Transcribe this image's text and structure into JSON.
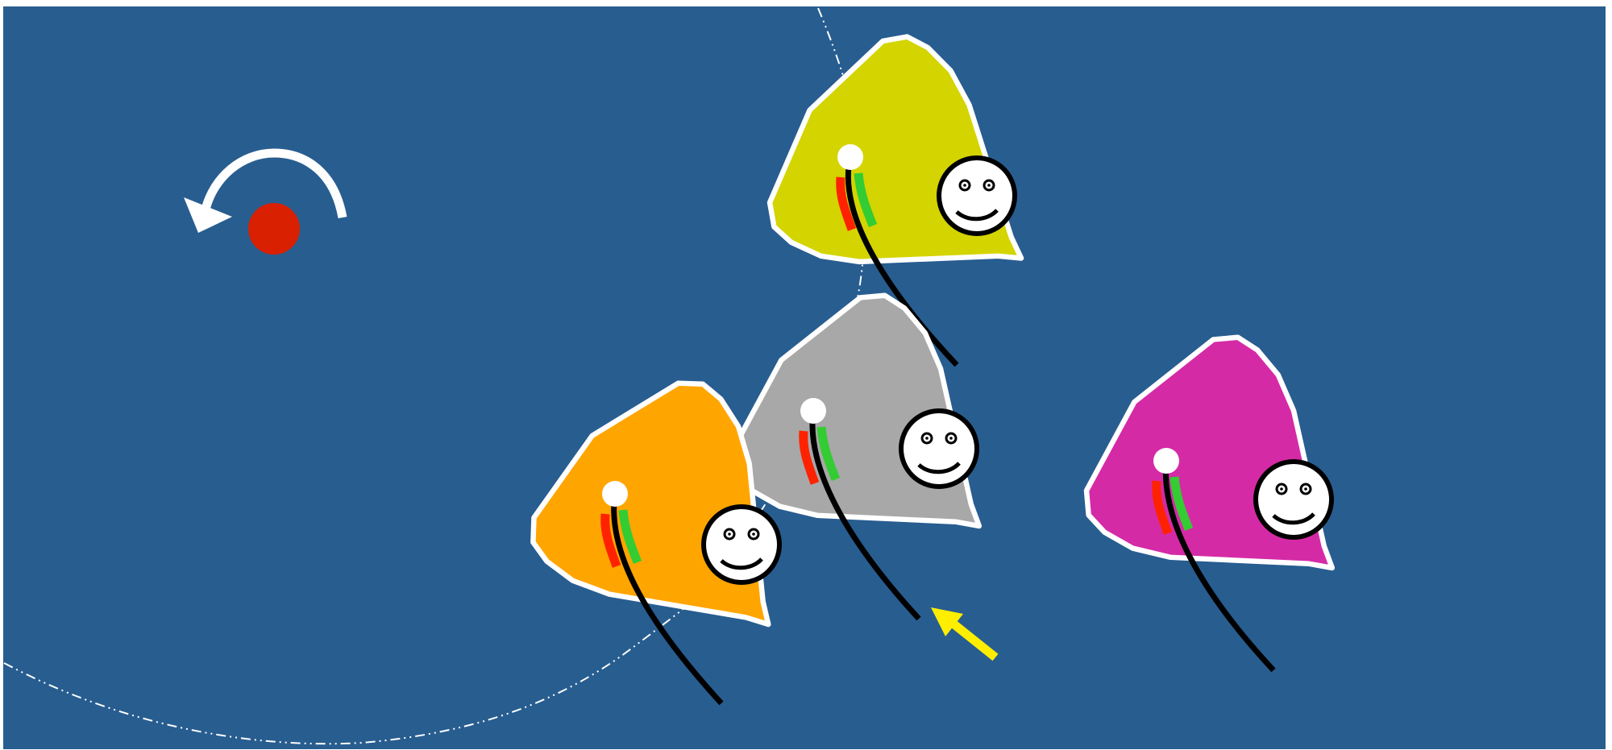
{
  "colors": {
    "water": "#285d90",
    "outline": "#ffffff",
    "mark": "#d92000",
    "ghost_line": "#ffffff",
    "tiller": "#000000",
    "port_telltale": "#ff2200",
    "starboard_telltale": "#33cc33",
    "pointer": "#ffee00"
  },
  "mark": {
    "name": "mark",
    "rounding": "counter-clockwise",
    "icon": "rotate-ccw-arrow-icon"
  },
  "boats": [
    {
      "id": "yellow-boat",
      "hull_color": "#d4d400"
    },
    {
      "id": "grey-boat",
      "hull_color": "#a8a8a8"
    },
    {
      "id": "orange-boat",
      "hull_color": "#ffa500"
    },
    {
      "id": "magenta-boat",
      "hull_color": "#d52aa6"
    }
  ],
  "annotations": [
    {
      "id": "pointer-arrow",
      "points_at": "grey-boat",
      "icon": "arrow-up-left-icon"
    }
  ]
}
